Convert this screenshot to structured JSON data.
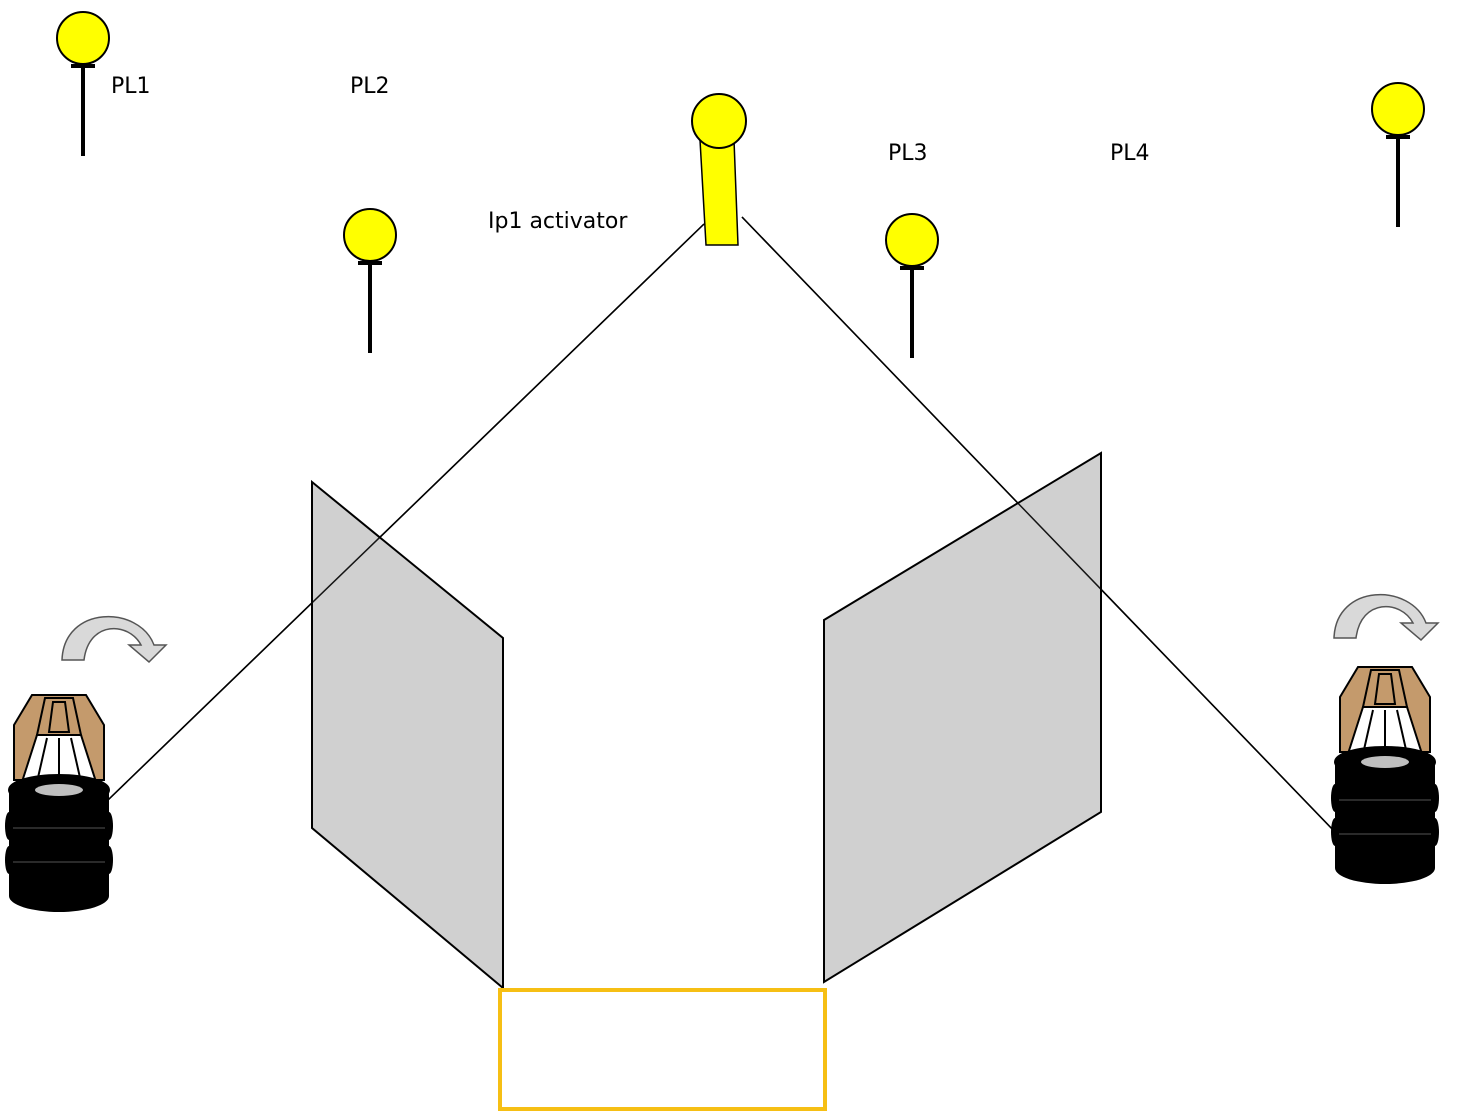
{
  "labels": {
    "pl1": "PL1",
    "pl2": "PL2",
    "pl3": "PL3",
    "pl4": "PL4",
    "activator": "Ip1 activator"
  },
  "colors": {
    "pole_yellow": "#ffff00",
    "panel_gray": "#d0d0d0",
    "box_orange": "#f6bf14",
    "cone_tan": "#c49a6c",
    "tire_black": "#000000"
  },
  "icons": [
    "pole-light-icon",
    "activator-lever-icon",
    "rotate-arrow-icon",
    "tire-stack-icon",
    "traffic-cone-icon"
  ]
}
